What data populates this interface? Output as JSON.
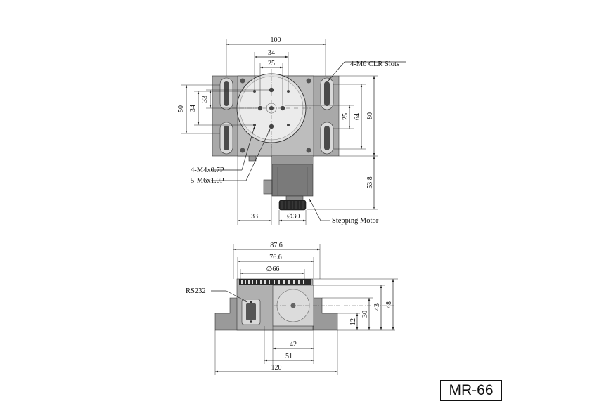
{
  "top_view": {
    "dims": {
      "width_100": "100",
      "hole_34": "34",
      "hole_25": "25",
      "left_50": "50",
      "left_34": "34",
      "left_33": "33",
      "right_25": "25",
      "right_64": "64",
      "right_80": "80",
      "motor_53_8": "53.8",
      "bottom_33": "33",
      "knob_dia_30": "∅30"
    },
    "callouts": {
      "slots": "4-M6 CLR Slots",
      "m4": "4-M4x0.7P",
      "m6": "5-M6x1.0P",
      "motor": "Stepping Motor"
    }
  },
  "front_view": {
    "dims": {
      "w_87_6": "87.6",
      "w_76_6": "76.6",
      "dia_66": "∅66",
      "w_42": "42",
      "w_51": "51",
      "w_120": "120",
      "h_12": "12",
      "h_30": "30",
      "h_43": "43",
      "h_48": "48"
    },
    "callouts": {
      "rs232": "RS232"
    }
  },
  "model_label": "MR-66"
}
